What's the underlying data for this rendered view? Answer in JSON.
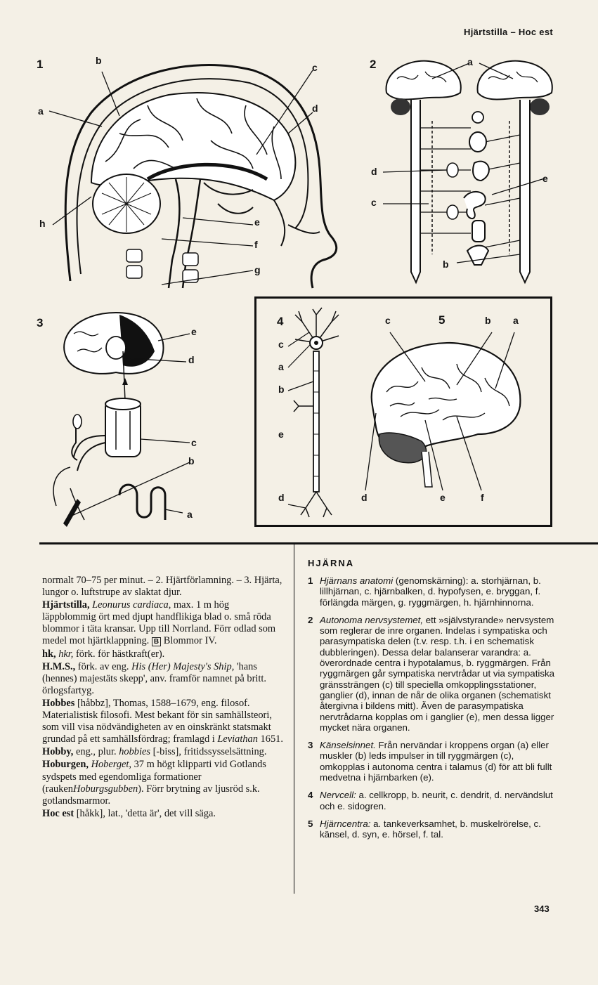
{
  "header": "Hjärtstilla – Hoc est",
  "page_number": "343",
  "figures": {
    "fig1": {
      "number": "1",
      "labels": [
        "a",
        "b",
        "c",
        "d",
        "e",
        "f",
        "g",
        "h"
      ]
    },
    "fig2": {
      "number": "2",
      "labels": [
        "a",
        "d",
        "c",
        "e",
        "b"
      ]
    },
    "fig3": {
      "number": "3",
      "labels": [
        "e",
        "d",
        "c",
        "b",
        "a"
      ]
    },
    "fig4": {
      "number": "4",
      "labels": [
        "c",
        "a",
        "b",
        "e",
        "d"
      ]
    },
    "fig5": {
      "number": "5",
      "labels": [
        "c",
        "b",
        "a",
        "d",
        "e",
        "f"
      ]
    }
  },
  "left_column": {
    "entries": [
      {
        "head": "",
        "text": "normalt 70–75 per minut. – 2. Hjärtförlamning. – 3. Hjärta, lungor o. luftstrupe av slaktat djur."
      },
      {
        "head": "Hjärtstilla,",
        "italic": "Leonurus cardiaca,",
        "text": "max. 1 m hög läppblommig ört med djupt handflikiga blad o. små röda blommor i täta kransar. Upp till Norrland. Förr odlad som medel mot hjärtklappning.",
        "badge": "B",
        "tail": "Blommor IV."
      },
      {
        "head": "hk,",
        "italic": "hkr,",
        "text": "förk. för hästkraft(er)."
      },
      {
        "head": "H.M.S.,",
        "text": "förk. av eng.",
        "italic": "His (Her) Majesty's Ship,",
        "tail": "'hans (hennes) majestäts skepp', anv. framför namnet på britt. örlogsfartyg."
      },
      {
        "head": "Hobbes",
        "text": "[håbbz], Thomas, 1588–1679, eng. filosof. Materialistisk filosofi. Mest bekant för sin samhällsteori, som vill visa nödvändigheten av en oinskränkt statsmakt grundad på ett samhällsfördrag; framlagd i",
        "italic": "Leviathan",
        "tail": "1651."
      },
      {
        "head": "Hobby,",
        "text": "eng., plur.",
        "italic": "hobbies",
        "tail": "[-biss], fritidssysselsättning."
      },
      {
        "head": "Hoburgen,",
        "italic": "Hoberget,",
        "text": "37 m högt klipparti vid Gotlands sydspets med egendomliga formationer (rauken",
        "italic2": "Hoburgsgubben",
        "tail": "). Förr brytning av ljusröd s.k. gotlandsmarmor."
      },
      {
        "head": "Hoc est",
        "text": "[håkk], lat., 'detta är', det vill säga."
      }
    ]
  },
  "right_column": {
    "title": "HJÄRNA",
    "notes": [
      {
        "num": "1",
        "title": "Hjärnans anatomi",
        "text": "(genomskärning): a. storhjärnan, b. lillhjärnan, c. hjärnbalken, d. hypofysen, e. bryggan, f. förlängda märgen, g. ryggmärgen, h. hjärnhinnorna."
      },
      {
        "num": "2",
        "title": "Autonoma nervsystemet,",
        "text": "ett »självstyrande» nervsystem som reglerar de inre organen. Indelas i sympatiska och parasympatiska delen (t.v. resp. t.h. i en schematisk dubbleringen). Dessa delar balanserar varandra: a. överordnade centra i hypotalamus, b. ryggmärgen. Från ryggmärgen går sympatiska nervtrådar ut via sympatiska gränssträngen (c) till speciella omkopplingsstationer, ganglier (d), innan de når de olika organen (schematiskt återgivna i bildens mitt). Även de parasympatiska nervtrådarna kopplas om i ganglier (e), men dessa ligger mycket nära organen."
      },
      {
        "num": "3",
        "title": "Känselsinnet.",
        "text": "Från nervändar i kroppens organ (a) eller muskler (b) leds impulser in till ryggmärgen (c), omkopplas i autonoma centra i talamus (d) för att bli fullt medvetna i hjärnbarken (e)."
      },
      {
        "num": "4",
        "title": "Nervcell:",
        "text": "a. cellkropp, b. neurit, c. dendrit, d. nervändslut och e. sidogren."
      },
      {
        "num": "5",
        "title": "Hjärncentra:",
        "text": "a. tankeverksamhet, b. muskelrörelse, c. känsel, d. syn, e. hörsel, f. tal."
      }
    ]
  }
}
